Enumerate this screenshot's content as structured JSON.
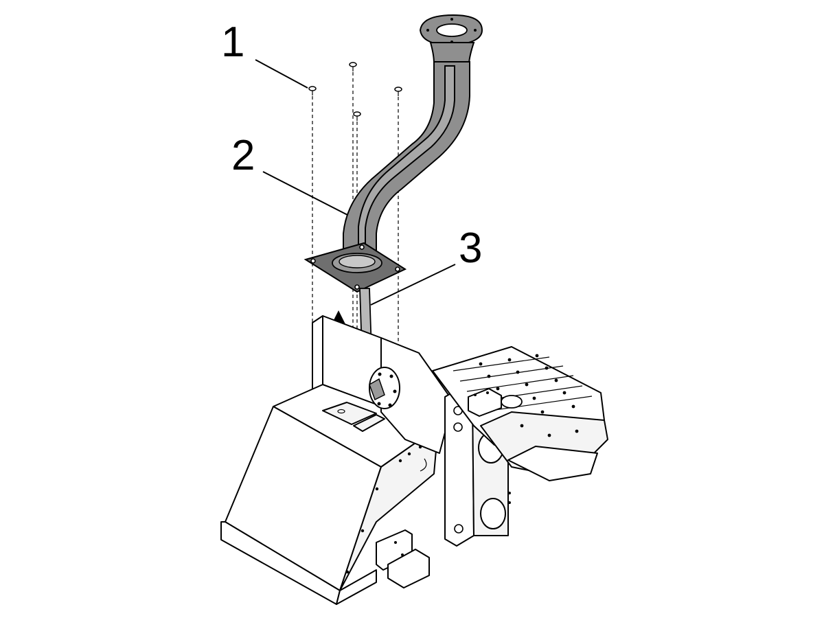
{
  "callouts": [
    {
      "label": "1"
    },
    {
      "label": "2"
    },
    {
      "label": "3"
    }
  ],
  "icons": {
    "lift_direction": "up-arrow-icon"
  }
}
